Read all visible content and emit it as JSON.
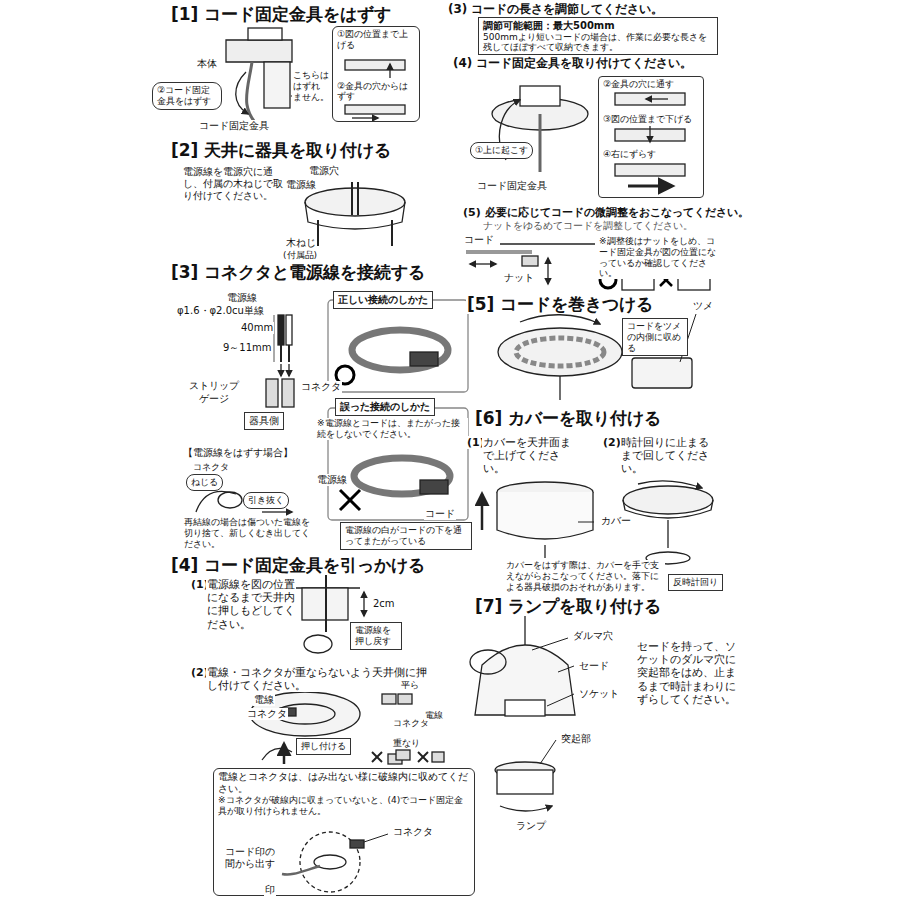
{
  "diagram": {
    "nodes": [
      {
        "text": [
          "①図の位置まで上げる",
          "②金具の穴からはずす"
        ]
      },
      {
        "text": [
          "②コード固定金具をはずす"
        ]
      },
      {
        "text": [
          "正しい接続のしかた"
        ]
      },
      {
        "text": [
          "器具側"
        ]
      },
      {
        "text": [
          "誤った接続のしかた"
        ]
      },
      {
        "text": [
          "ねじる"
        ]
      },
      {
        "text": [
          "引き抜く"
        ]
      },
      {
        "text": [
          "電源線の白がコードの下を通ってまたがっている"
        ]
      },
      {
        "text": [
          "電源線を押し戻す"
        ]
      },
      {
        "text": [
          "押し付ける"
        ]
      },
      {
        "text": [
          "電線とコネクタは、はみ出ない様に破線内に収めてください。",
          "※コネクタが破線内に収まっていないと、(4)でコード固定金具が取り付けられません。"
        ]
      },
      {
        "text": [
          "調節可能範囲：最大500mm",
          "500mmより短いコードの場合は、作業に必要な長さを残してほぼすべて収納できます。"
        ]
      },
      {
        "text": [
          "②金具の穴に通す",
          "③図の位置まで下げる",
          "④右にずらす"
        ]
      },
      {
        "text": [
          "①上に起こす"
        ]
      },
      {
        "text": [
          "コードをツメの内側に収める"
        ]
      },
      {
        "text": [
          "反時計回り"
        ]
      }
    ],
    "labels": [
      "[1] コード固定金具をはずす",
      "本体",
      "こちらは はずれ ません。",
      "コード固定金具",
      "[2] 天井に器具を取り付ける",
      "電源線を電源穴に通し、付属の木ねじで取り付けてください。",
      "電源穴",
      "電源線",
      "木ねじ",
      "(付属品)",
      "[3] コネクタと電源線を接続する",
      "電源線",
      "φ1.6・φ2.0cu単線",
      "40mm",
      "9～11mm",
      "ストリップ",
      "ゲージ",
      "コネクタ",
      "※電源線とコードは、またがった接続をしないでください。",
      "【電源線をはずす場合】",
      "コネクタ",
      "再結線の場合は傷ついた電線を切り捨て、新しくむき出してください。",
      "電源線",
      "コード",
      "[4] コード固定金具を引っかける",
      "(1)",
      "電源線を図の位置になるまで天井内に押しもどしてください。",
      "2cm",
      "(2)",
      "電線・コネクタが重ならないよう天井側に押し付けてください。",
      "電線",
      "コネクタ",
      "平ら",
      "コネクタ",
      "電線",
      "重なり",
      "コネクタ",
      "コード印の間から出す",
      "印",
      "(3) コードの長さを調節してください。",
      "(4) コード固定金具を取り付けてください。",
      "コード固定金具",
      "(5) 必要に応じてコードの微調整をおこなってください。",
      "ナットをゆるめてコードを調整してください。",
      "コード",
      "ナット",
      "※調整後はナットをしめ、コード固定金具が図の位置になっているか確認してください。",
      "[5] コードを巻きつける",
      "ツメ",
      "[6] カバーを取り付ける",
      "(1)",
      "カバーを天井面まで上げてください。",
      "(2)",
      "時計回りに止まるまで回してください。",
      "カバー",
      "カバーをはずす際は、カバーを手で支えながらおこなってください。落下による器具破損のおそれがあります。",
      "[7] ランプを取り付ける",
      "ダルマ穴",
      "セード",
      "ソケット",
      "突起部",
      "ランプ",
      "セードを持って、ソケットのダルマ穴に突起部をはめ、止まるまで時計まわりにずらしてください。"
    ]
  }
}
